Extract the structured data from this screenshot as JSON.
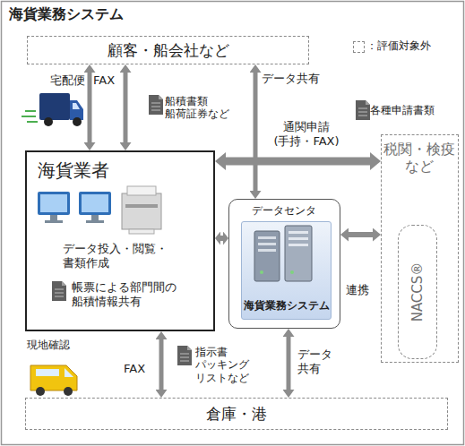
{
  "diagram": {
    "title": "海貨業務システム",
    "nodes": [
      {
        "text": [
          "顧客・船会社など"
        ]
      },
      {
        "text": [
          "海貨業者",
          "データ投入・閲覧・書類作成",
          "帳票による部門間の船積情報共有"
        ]
      },
      {
        "text": [
          "データセンタ"
        ]
      },
      {
        "text": [
          "海貨業務システム"
        ],
        "in": 2
      },
      {
        "text": [
          "税関・検疫など"
        ]
      },
      {
        "text": [
          "NACCS®"
        ],
        "in": 4
      },
      {
        "text": [
          "倉庫・港"
        ]
      }
    ],
    "edges": [
      {
        "from": 0,
        "to": 1,
        "arrow": "both",
        "label": "宅配便"
      },
      {
        "from": 0,
        "to": 1,
        "arrow": "both",
        "label": "FAX"
      },
      {
        "from": 0,
        "to": 2,
        "arrow": "both",
        "label": "データ共有"
      },
      {
        "from": 1,
        "to": 4,
        "arrow": "both",
        "label": "通関申請 (手持・FAX)"
      },
      {
        "from": 1,
        "to": 2,
        "arrow": "both"
      },
      {
        "from": 2,
        "to": 4,
        "arrow": "both",
        "label": "連携"
      },
      {
        "from": 6,
        "to": 1,
        "arrow": "both",
        "label": "FAX"
      },
      {
        "from": 6,
        "to": 2,
        "arrow": "both",
        "label": "データ共有"
      }
    ],
    "labels": [
      "船積書類 船荷証券など",
      "各種申請書類",
      "指示書 パッキングリストなど",
      "現地確認"
    ],
    "legend": [
      {
        "text": "：評価対象外"
      }
    ]
  }
}
